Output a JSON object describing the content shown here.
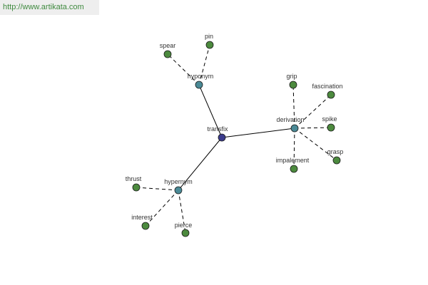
{
  "watermark": {
    "text": "http://www.artikata.com"
  },
  "colors": {
    "root": "#3b3b8c",
    "relation": "#4a8a96",
    "leaf": "#4c8a3e",
    "edge": "#000000"
  },
  "graph": {
    "nodes": [
      {
        "id": "transfix",
        "label": "transfix",
        "kind": "root"
      },
      {
        "id": "hyponym",
        "label": "hyponym",
        "kind": "relation"
      },
      {
        "id": "derivation",
        "label": "derivation",
        "kind": "relation"
      },
      {
        "id": "hypernym",
        "label": "hypernym",
        "kind": "relation"
      },
      {
        "id": "spear",
        "label": "spear",
        "kind": "leaf"
      },
      {
        "id": "pin",
        "label": "pin",
        "kind": "leaf"
      },
      {
        "id": "grip",
        "label": "grip",
        "kind": "leaf"
      },
      {
        "id": "fascination",
        "label": "fascination",
        "kind": "leaf"
      },
      {
        "id": "spike",
        "label": "spike",
        "kind": "leaf"
      },
      {
        "id": "grasp",
        "label": "grasp",
        "kind": "leaf"
      },
      {
        "id": "impalement",
        "label": "impalement",
        "kind": "leaf"
      },
      {
        "id": "thrust",
        "label": "thrust",
        "kind": "leaf"
      },
      {
        "id": "interest",
        "label": "interest",
        "kind": "leaf"
      },
      {
        "id": "pierce",
        "label": "pierce",
        "kind": "leaf"
      }
    ],
    "edges": [
      {
        "from": "transfix",
        "to": "hyponym",
        "style": "solid"
      },
      {
        "from": "transfix",
        "to": "derivation",
        "style": "solid"
      },
      {
        "from": "transfix",
        "to": "hypernym",
        "style": "solid"
      },
      {
        "from": "hyponym",
        "to": "spear",
        "style": "dashed"
      },
      {
        "from": "hyponym",
        "to": "pin",
        "style": "dashed"
      },
      {
        "from": "derivation",
        "to": "grip",
        "style": "dashed"
      },
      {
        "from": "derivation",
        "to": "fascination",
        "style": "dashed"
      },
      {
        "from": "derivation",
        "to": "spike",
        "style": "dashed"
      },
      {
        "from": "derivation",
        "to": "grasp",
        "style": "dashed"
      },
      {
        "from": "derivation",
        "to": "impalement",
        "style": "dashed"
      },
      {
        "from": "hypernym",
        "to": "thrust",
        "style": "dashed"
      },
      {
        "from": "hypernym",
        "to": "interest",
        "style": "dashed"
      },
      {
        "from": "hypernym",
        "to": "pierce",
        "style": "dashed"
      }
    ]
  }
}
